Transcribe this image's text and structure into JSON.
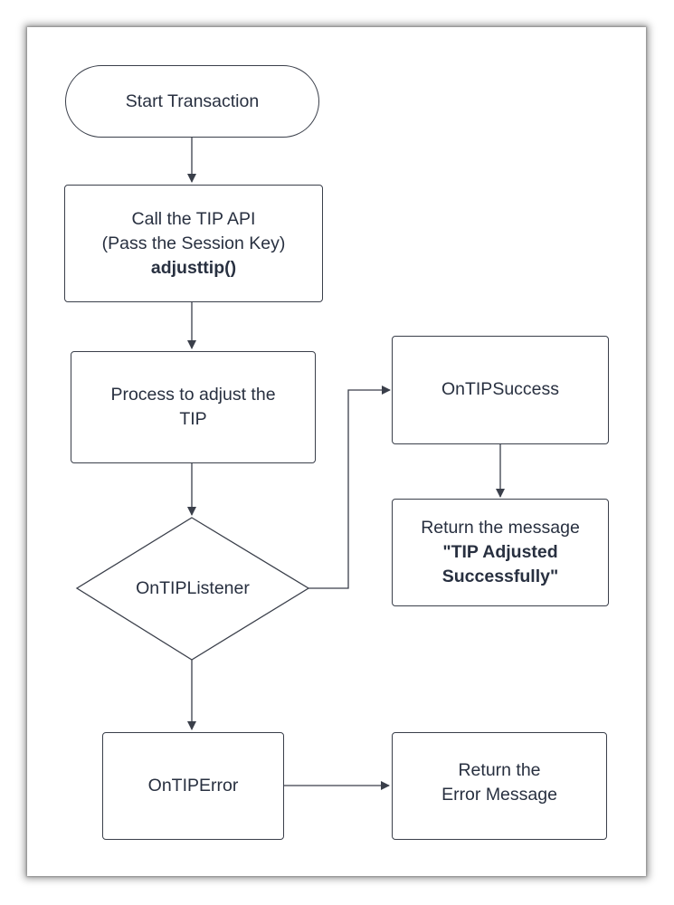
{
  "diagram": {
    "nodes": {
      "start": {
        "lines": [
          "Start Transaction"
        ]
      },
      "call_api": {
        "lines": [
          "Call the TIP API",
          "(Pass the Session Key)"
        ],
        "bold_line": "adjusttip()"
      },
      "process": {
        "lines": [
          "Process to adjust the",
          "TIP"
        ]
      },
      "listener": {
        "lines": [
          "OnTIPListener"
        ]
      },
      "success": {
        "lines": [
          "OnTIPSuccess"
        ]
      },
      "return_success": {
        "lines": [
          "Return the message"
        ],
        "bold_lines": [
          "\"TIP Adjusted",
          "Successfully\""
        ]
      },
      "error": {
        "lines": [
          "OnTIPError"
        ]
      },
      "return_error": {
        "lines": [
          "Return the",
          "Error Message"
        ]
      }
    },
    "edges": [
      {
        "from": "start",
        "to": "call_api"
      },
      {
        "from": "call_api",
        "to": "process"
      },
      {
        "from": "process",
        "to": "listener"
      },
      {
        "from": "listener",
        "to": "success"
      },
      {
        "from": "success",
        "to": "return_success"
      },
      {
        "from": "listener",
        "to": "error"
      },
      {
        "from": "error",
        "to": "return_error"
      }
    ],
    "colors": {
      "stroke": "#3a3f4a",
      "text": "#283040",
      "background": "#ffffff"
    }
  }
}
